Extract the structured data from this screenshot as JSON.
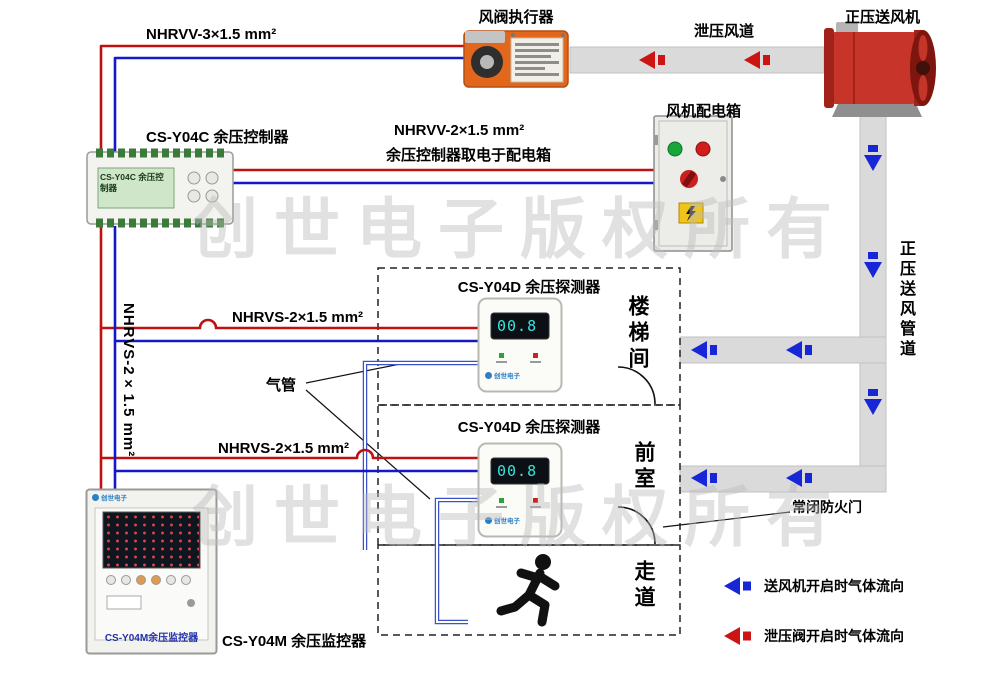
{
  "watermark": "创世电子版权所有",
  "cables": {
    "top": "NHRVV-3×1.5 mm²",
    "mid": "NHRVV-2×1.5 mm²",
    "mid_note": "余压控制器取电于配电箱",
    "branch1": "NHRVS-2×1.5 mm²",
    "branch2": "NHRVS-2×1.5 mm²",
    "riser": "NHRVS-2×1.5 mm²"
  },
  "components": {
    "actuator": "风阀执行器",
    "relief_duct": "泄压风道",
    "supply_fan": "正压送风机",
    "controller": "CS-Y04C 余压控制器",
    "dist_box": "风机配电箱",
    "supply_duct": "正压送风管道",
    "air_tube": "气管",
    "fire_door": "常闭防火门",
    "monitor": "CS-Y04M 余压监控器"
  },
  "rooms": [
    {
      "name": "楼梯间",
      "detector": "CS-Y04D 余压探测器",
      "reading": "00.8"
    },
    {
      "name": "前室",
      "detector": "CS-Y04D 余压探测器",
      "reading": "00.8"
    },
    {
      "name": "走道"
    }
  ],
  "devices": {
    "controller_display": "CS-Y04C 余压控制器",
    "monitor_panel_label": "CS-Y04M余压监控器",
    "brand": "创世电子"
  },
  "legend": [
    {
      "color": "#1726d6",
      "label": "送风机开启时气体流向"
    },
    {
      "color": "#cc1414",
      "label": "泄压阀开启时气体流向"
    }
  ],
  "colors": {
    "wire_hot": "#c01010",
    "wire_neutral": "#1418c8",
    "duct": "#dadada",
    "arrow_supply": "#1726d6",
    "arrow_relief": "#cc1414",
    "actuator_body": "#e2661c",
    "fan_body": "#c6342a"
  }
}
